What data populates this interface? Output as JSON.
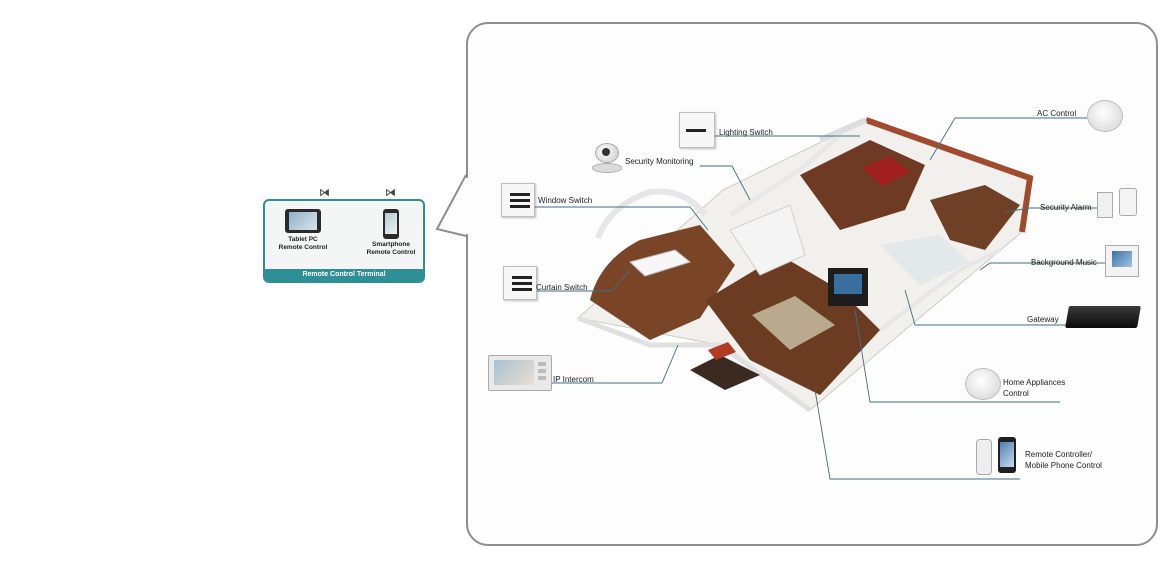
{
  "remote_terminal": {
    "title": "Remote Control Terminal",
    "tablet_line1": "Tablet PC",
    "tablet_line2": "Remote Control",
    "phone_line1": "Smartphone",
    "phone_line2": "Remote Control"
  },
  "labels": {
    "lighting": "Lighting Switch",
    "security": "Security Monitoring",
    "window": "Window Switch",
    "curtain": "Curtain Switch",
    "intercom": "IP Intercom",
    "ac": "AC Control",
    "alarm": "Security Alarm",
    "music": "Background Music",
    "gateway": "Gateway",
    "appliances_line1": "Home Appliances",
    "appliances_line2": "Control",
    "remote_line1": "Remote Controller/",
    "remote_line2": "Mobile Phone Control"
  },
  "colors": {
    "accent": "#2f8f96",
    "frame": "#8e8e8e",
    "floor": "#6b3b22"
  },
  "icons": [
    "wifi-icon",
    "tablet-icon",
    "smartphone-icon",
    "lighting-switch-icon",
    "security-camera-icon",
    "window-switch-icon",
    "curtain-switch-icon",
    "ip-intercom-icon",
    "ac-control-icon",
    "security-alarm-icon",
    "background-music-icon",
    "gateway-icon",
    "home-appliance-icon",
    "remote-controller-icon"
  ]
}
